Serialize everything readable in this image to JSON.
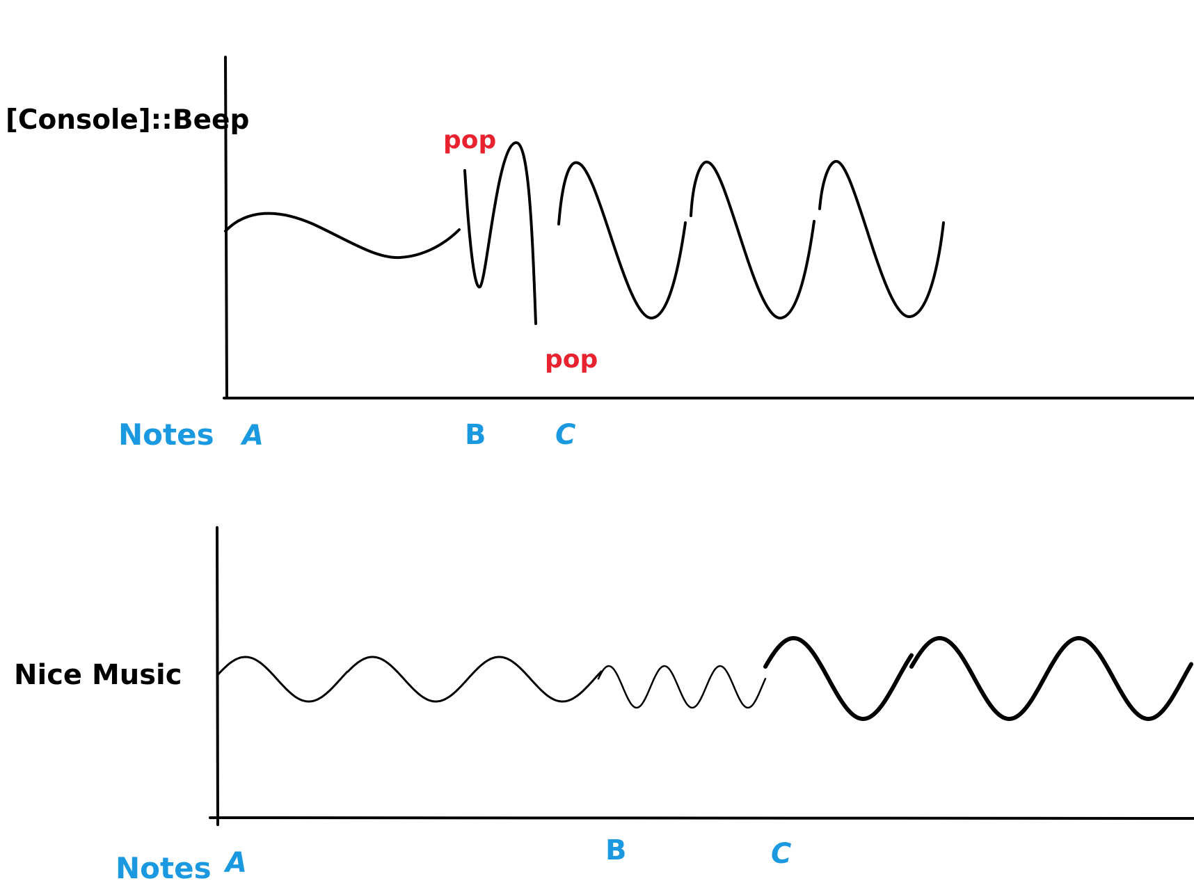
{
  "panels": {
    "top": {
      "label": "[Console]::Beep",
      "pops": [
        "pop",
        "pop"
      ],
      "notes_label": "Notes",
      "notes": [
        "A",
        "B",
        "C"
      ]
    },
    "bottom": {
      "label": "Nice Music",
      "notes_label": "Notes",
      "notes": [
        "A",
        "B",
        "C"
      ]
    }
  },
  "colors": {
    "text": "#000000",
    "pop": "#e8232f",
    "notes": "#1a98e0",
    "wave": "#000000"
  }
}
